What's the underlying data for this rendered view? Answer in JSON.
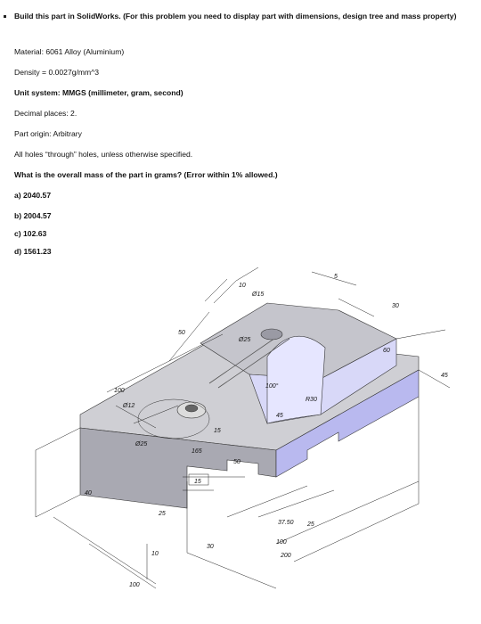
{
  "problem": {
    "intro": "Build this part in SolidWorks. (For this problem you need to display part with dimensions, design tree and mass property)",
    "material": "Material: 6061 Alloy (Aluminium)",
    "density": "Density = 0.0027g/mm^3",
    "unit_system": "Unit system: MMGS (millimeter, gram, second)",
    "decimal_places": "Decimal places: 2.",
    "part_origin": "Part origin: Arbitrary",
    "holes_note": "All holes “through” holes, unless otherwise specified.",
    "question": "What is the overall mass of the part in grams? (Error within 1% allowed.)",
    "options": [
      "a) 2040.57",
      "b) 2004.57",
      "c) 102.63",
      "d) 1561.23"
    ]
  },
  "drawing": {
    "dimensions": {
      "d10_top": "10",
      "d15_dia": "Ø15",
      "d5": "5",
      "d30_right": "30",
      "d50": "50",
      "d25_dia": "Ø25",
      "d45_right": "45",
      "d60": "60",
      "d100_top": "100",
      "d12_dia": "Ø12",
      "d100_deg": "100°",
      "dR_label": "R30",
      "d25_dia_left": "Ø25",
      "d15_small": "15",
      "d165": "165",
      "d50_mid": "50",
      "d15_box": "15",
      "d40_left": "40",
      "d45_mid": "45",
      "d25_vert": "25",
      "d10_vert": "10",
      "d30_bottom": "30",
      "d3750": "37.50",
      "d25_bottom": "25",
      "d100_bottom": "100",
      "d200": "200",
      "d100_left": "100"
    },
    "colors": {
      "face_top": "#c9c9ce",
      "face_front": "#a8a8b0",
      "face_side": "#b8b8f0",
      "face_highlight": "#e8e8ff"
    }
  }
}
